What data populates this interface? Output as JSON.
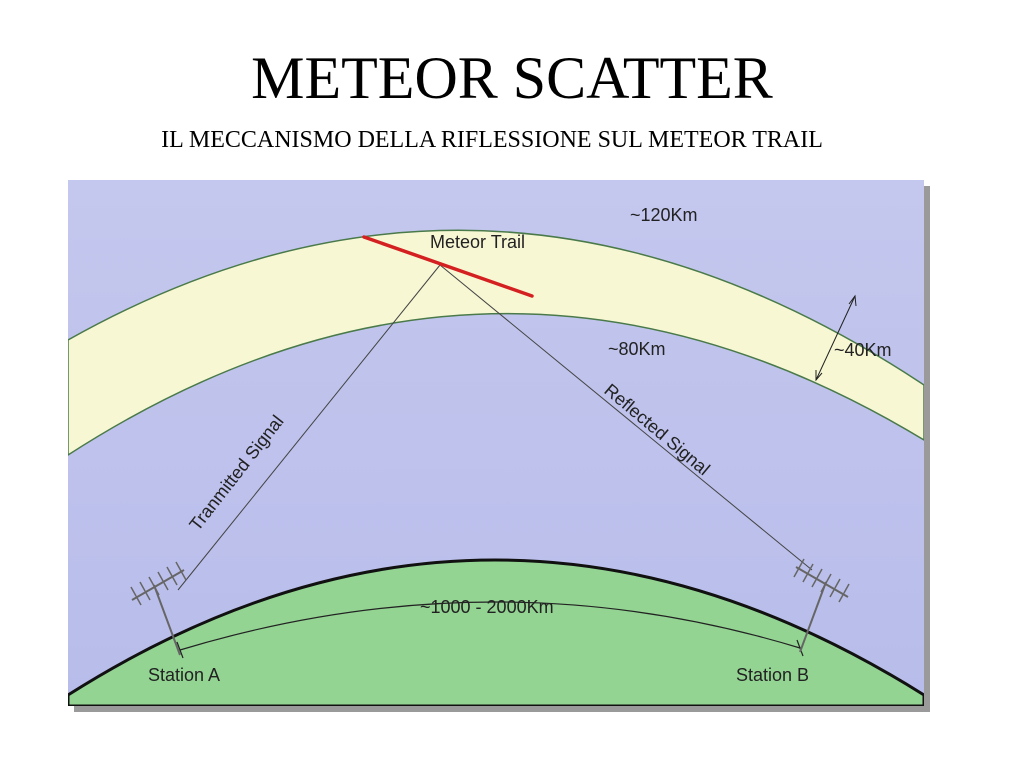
{
  "title": "METEOR SCATTER",
  "subtitle": "IL MECCANISMO  DELLA RIFLESSIONE SUL METEOR TRAIL",
  "diagram": {
    "labels": {
      "upper_altitude": "~120Km",
      "lower_altitude": "~80Km",
      "layer_thickness": "~40Km",
      "meteor_trail": "Meteor Trail",
      "transmitted_signal": "Tranmitted Signal",
      "reflected_signal": "Reflected Signal",
      "ground_distance": "~1000 - 2000Km",
      "station_a": "Station A",
      "station_b": "Station B"
    },
    "colors": {
      "sky": "#c0c4ec",
      "meteor_layer": "#f7f7d4",
      "earth": "#93d493",
      "meteor_trail": "#d42020",
      "signal_line": "#444444"
    }
  }
}
